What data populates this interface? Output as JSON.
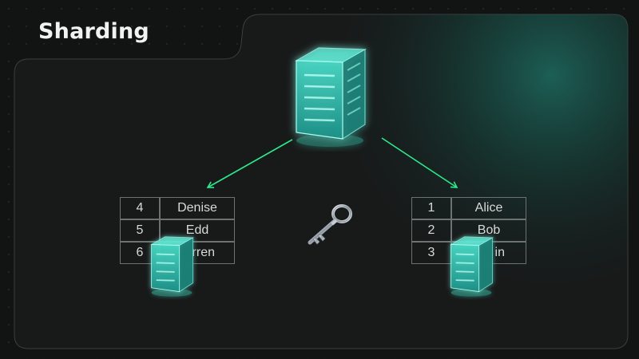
{
  "title": "Sharding",
  "colors": {
    "background": "#121313",
    "panel": "#181a1a",
    "accent": "#43f0d2",
    "arrow": "#2ee88d",
    "table_border": "#6d7171"
  },
  "icons": {
    "main": "database-server-icon",
    "shard_left": "database-server-icon",
    "shard_right": "database-server-icon",
    "key": "key-icon"
  },
  "shard_left": {
    "rows": [
      {
        "id": "4",
        "name": "Denise"
      },
      {
        "id": "5",
        "name": "Edd"
      },
      {
        "id": "6",
        "name": "rren"
      }
    ]
  },
  "shard_right": {
    "rows": [
      {
        "id": "1",
        "name": "Alice"
      },
      {
        "id": "2",
        "name": "Bob"
      },
      {
        "id": "3",
        "name": "in"
      }
    ]
  }
}
